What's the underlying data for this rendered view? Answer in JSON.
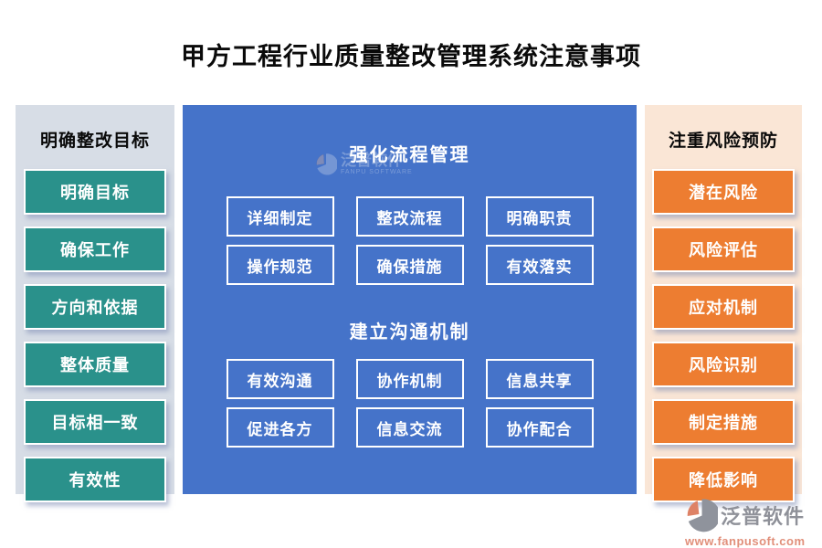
{
  "title": "甲方工程行业质量整改管理系统注意事项",
  "left_panel": {
    "header": "明确整改目标",
    "items": [
      "明确目标",
      "确保工作",
      "方向和依据",
      "整体质量",
      "目标相一致",
      "有效性"
    ]
  },
  "center_panel": {
    "sections": [
      {
        "header": "强化流程管理",
        "items": [
          "详细制定",
          "整改流程",
          "明确职责",
          "操作规范",
          "确保措施",
          "有效落实"
        ]
      },
      {
        "header": "建立沟通机制",
        "items": [
          "有效沟通",
          "协作机制",
          "信息共享",
          "促进各方",
          "信息交流",
          "协作配合"
        ]
      }
    ],
    "watermark": {
      "name": "泛普软件",
      "subtitle": "FANPU SOFTWARE"
    }
  },
  "right_panel": {
    "header": "注重风险预防",
    "items": [
      "潜在风险",
      "风险评估",
      "应对机制",
      "风险识别",
      "制定措施",
      "降低影响"
    ]
  },
  "footer": {
    "brand": "泛普软件",
    "url": "www.fanpusoft.com"
  },
  "colors": {
    "teal": "#2A918B",
    "blue": "#4573C9",
    "orange": "#ED7D31",
    "left_panel_bg": "#D7DDE6",
    "right_panel_bg": "#FAE6D6",
    "title_text": "#0A0A0A",
    "brand_gray": "#8F9199",
    "brand_salmon": "#E18F7A"
  }
}
